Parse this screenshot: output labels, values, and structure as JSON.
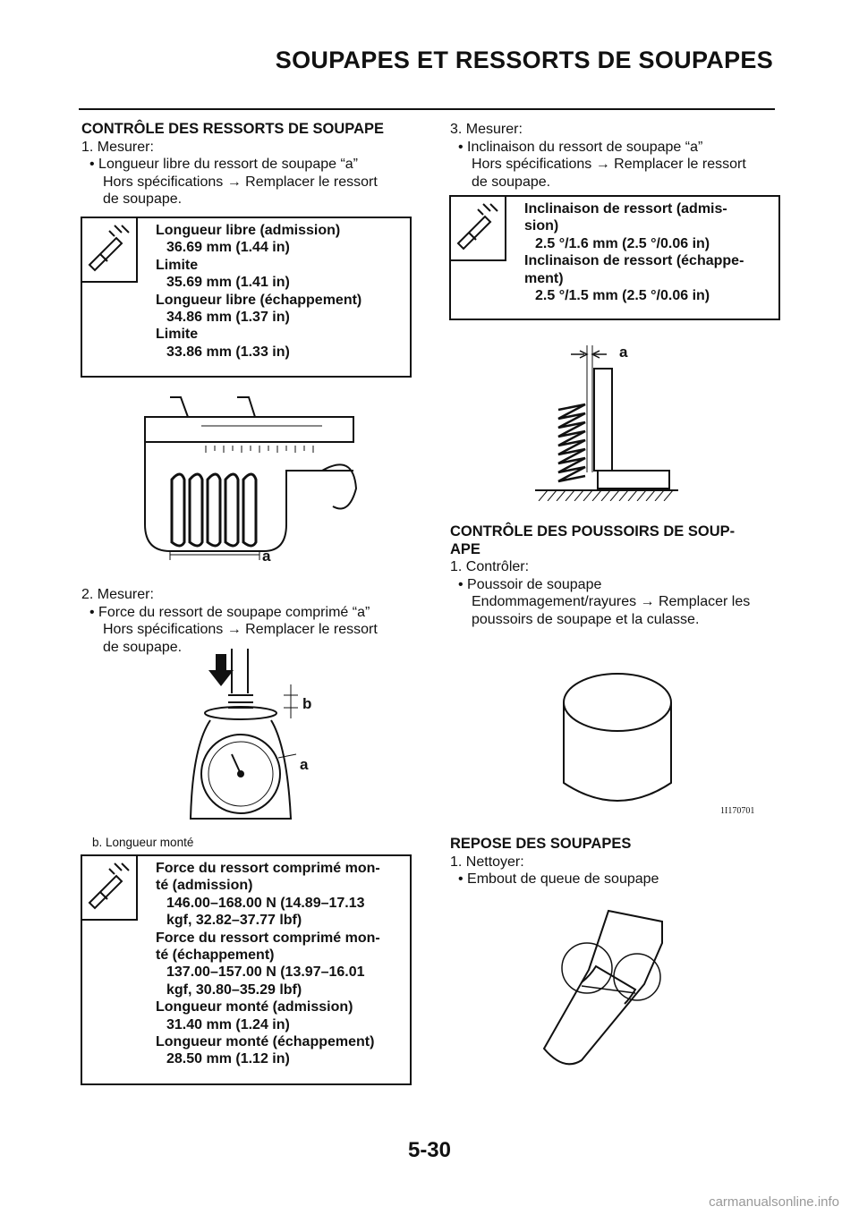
{
  "header": {
    "title": "SOUPAPES ET RESSORTS DE SOUPAPES"
  },
  "left": {
    "section1": {
      "heading": "CONTRÔLE DES RESSORTS DE SOUPAPE",
      "step": "1. Mesurer:",
      "bullet": "• Longueur libre du ressort de soupape “a”",
      "action1": "Hors spécifications → Remplacer le ressort",
      "action2": "de soupape."
    },
    "spec1": {
      "l1": "Longueur libre (admission)",
      "v1": "36.69 mm (1.44 in)",
      "l2": "Limite",
      "v2": "35.69 mm (1.41 in)",
      "l3": "Longueur libre (échappement)",
      "v3": "34.86 mm (1.37 in)",
      "l4": "Limite",
      "v4": "33.86 mm (1.33 in)"
    },
    "fig1_label_a": "a",
    "section2": {
      "step": "2. Mesurer:",
      "bullet": "• Force du ressort de soupape comprimé “a”",
      "action1": "Hors spécifications → Remplacer le ressort",
      "action2": "de soupape."
    },
    "fig2_label_b": "b",
    "fig2_label_a": "a",
    "caption": "b.  Longueur monté",
    "spec2": {
      "l1": "Force du ressort comprimé mon-",
      "l1b": "té (admission)",
      "v1": "146.00–168.00 N (14.89–17.13",
      "v1b": "kgf, 32.82–37.77 lbf)",
      "l2": "Force du ressort comprimé mon-",
      "l2b": "té (échappement)",
      "v2": "137.00–157.00 N (13.97–16.01",
      "v2b": "kgf, 30.80–35.29 lbf)",
      "l3": "Longueur monté (admission)",
      "v3": "31.40 mm (1.24 in)",
      "l4": "Longueur monté (échappement)",
      "v4": "28.50 mm (1.12 in)"
    }
  },
  "right": {
    "section3": {
      "step": "3. Mesurer:",
      "bullet": "• Inclinaison du ressort de soupape “a”",
      "action1": "Hors spécifications → Remplacer le ressort",
      "action2": "de soupape."
    },
    "spec3": {
      "l1": "Inclinaison de ressort (admis-",
      "l1b": "sion)",
      "v1": "2.5 °/1.6 mm (2.5 °/0.06 in)",
      "l2": "Inclinaison de ressort (échappe-",
      "l2b": "ment)",
      "v2": "2.5 °/1.5 mm (2.5 °/0.06 in)"
    },
    "fig3_label_a": "a",
    "section4": {
      "heading1": "CONTRÔLE DES POUSSOIRS DE SOUP-",
      "heading2": "APE",
      "step": "1. Contrôler:",
      "bullet": "• Poussoir de soupape",
      "action1": "Endommagement/rayures → Remplacer les",
      "action2": "poussoirs de soupape et la culasse."
    },
    "fig4_code": "1I170701",
    "section5": {
      "heading": "REPOSE DES SOUPAPES",
      "step": "1. Nettoyer:",
      "bullet": "• Embout de queue de soupape"
    }
  },
  "page_number": "5-30",
  "watermark": "carmanualsonline.info"
}
